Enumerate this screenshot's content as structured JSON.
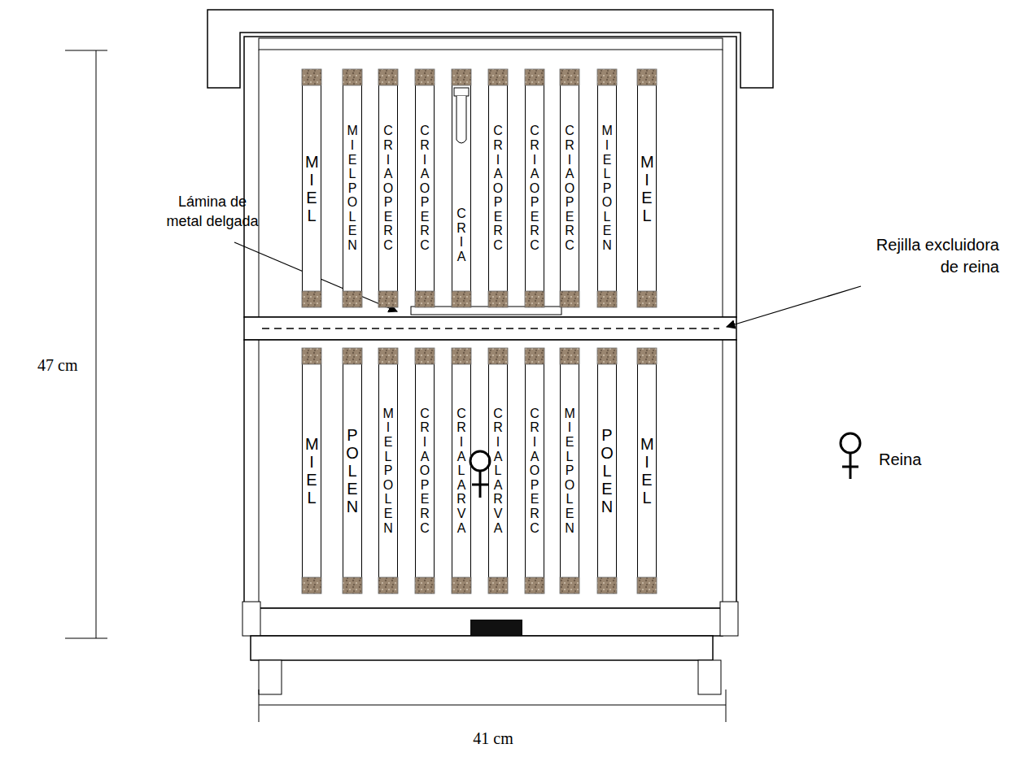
{
  "diagram": {
    "nodes": [
      {
        "text": [
          "MIEL"
        ]
      },
      {
        "text": [
          "MIEL POLEN"
        ]
      },
      {
        "text": [
          "CRIA OPERC"
        ]
      },
      {
        "text": [
          "CRIA OPERC"
        ]
      },
      {
        "text": [
          "CRIA"
        ]
      },
      {
        "text": [
          "CRIA OPERC"
        ]
      },
      {
        "text": [
          "CRIA OPERC"
        ]
      },
      {
        "text": [
          "CRIA OPERC"
        ]
      },
      {
        "text": [
          "MIEL POLEN"
        ]
      },
      {
        "text": [
          "MIEL"
        ]
      },
      {
        "text": [
          "MIEL"
        ]
      },
      {
        "text": [
          "POLEN"
        ]
      },
      {
        "text": [
          "MIEL POLEN"
        ]
      },
      {
        "text": [
          "CRIA OPERC"
        ]
      },
      {
        "text": [
          "CRIA LARVA"
        ]
      },
      {
        "text": [
          "CRIA LARVA"
        ]
      },
      {
        "text": [
          "CRIA OPERC"
        ]
      },
      {
        "text": [
          "MIEL POLEN"
        ]
      },
      {
        "text": [
          "POLEN"
        ]
      },
      {
        "text": [
          "MIEL"
        ]
      }
    ],
    "labels": [
      "Lámina de metal delgada",
      "Rejilla excluidora de reina",
      "47 cm",
      "41 cm"
    ],
    "legend": [
      {
        "text": "Reina"
      }
    ]
  }
}
